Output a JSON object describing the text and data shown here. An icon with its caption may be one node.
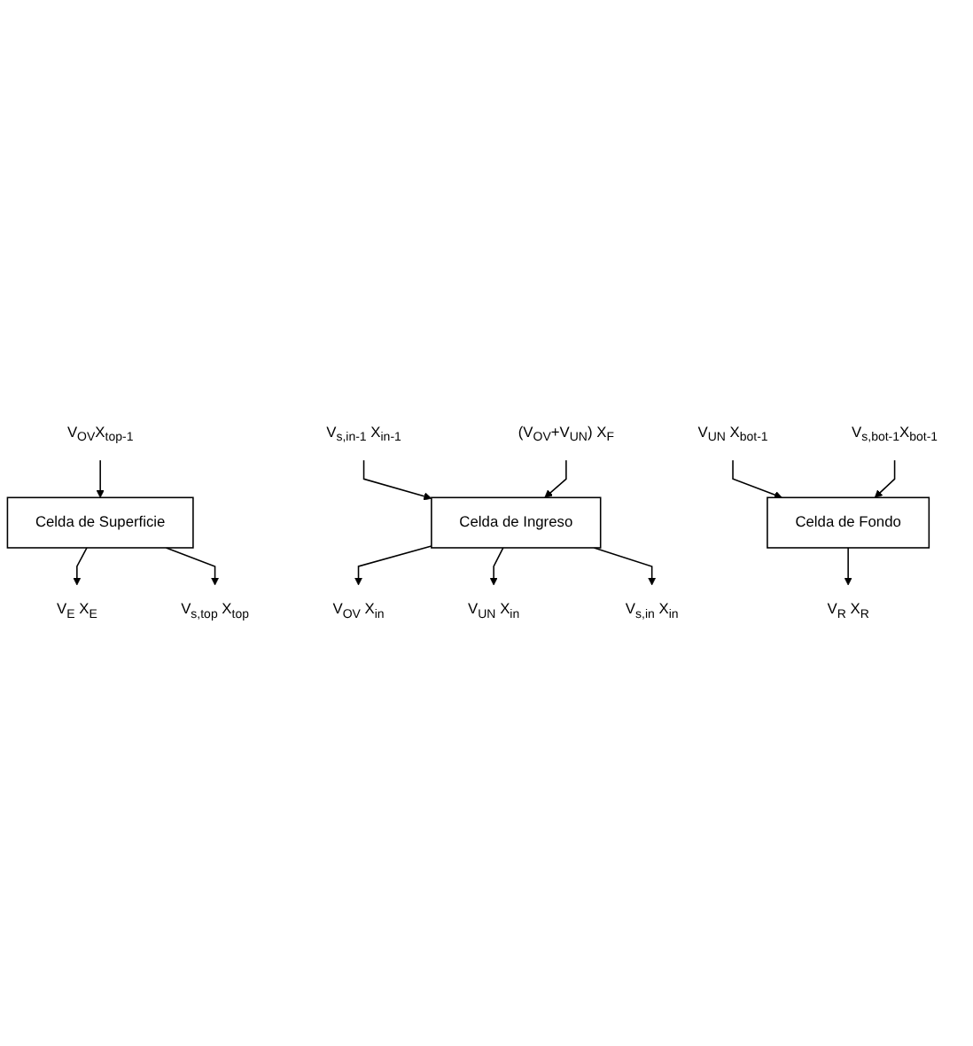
{
  "diagram": {
    "nodes": [
      {
        "text": [
          "V$_{E}$ X$_{E}$"
        ]
      },
      {
        "text": [
          "Celda de Superficie"
        ]
      },
      {
        "text": [
          "V$_{OV}$X$_{top-1}$"
        ]
      },
      {
        "text": [
          "V$_{s,top}$ X$_{top}$"
        ]
      },
      {
        "text": [
          "V$_{OV}$ X$_{in}$"
        ]
      },
      {
        "text": [
          "V$_{s,in-1}$ X$_{in-1}$"
        ]
      },
      {
        "text": [
          "(V$_{OV}$+V$_{UN}$) X$_{F}$"
        ]
      },
      {
        "text": [
          "Celda de Ingreso"
        ]
      },
      {
        "text": [
          "V$_{UN}$ X$_{in}$"
        ]
      },
      {
        "text": [
          "V$_{s,in}$ X$_{in}$"
        ]
      },
      {
        "text": [
          "V$_{UN}$ X$_{bot-1}$"
        ]
      },
      {
        "text": [
          "V$_{s,bot-1}$X$_{bot-1}$"
        ]
      },
      {
        "text": [
          "Celda de Fondo"
        ]
      },
      {
        "text": [
          "V$_{R}$ X$_{R}$"
        ]
      }
    ],
    "edges": [
      {
        "from": 1,
        "to": 0,
        "arrow": "to"
      },
      {
        "from": 2,
        "to": 1,
        "arrow": "to"
      },
      {
        "from": 1,
        "to": 3,
        "arrow": "to"
      },
      {
        "from": 7,
        "to": 4,
        "arrow": "to"
      },
      {
        "from": 5,
        "to": 7,
        "arrow": "to"
      },
      {
        "from": 6,
        "to": 7,
        "arrow": "to"
      },
      {
        "from": 7,
        "to": 8,
        "arrow": "to"
      },
      {
        "from": 7,
        "to": 9,
        "arrow": "to"
      },
      {
        "from": 10,
        "to": 12,
        "arrow": "to"
      },
      {
        "from": 11,
        "to": 12,
        "arrow": "to"
      },
      {
        "from": 12,
        "to": 13,
        "arrow": "to"
      }
    ]
  }
}
